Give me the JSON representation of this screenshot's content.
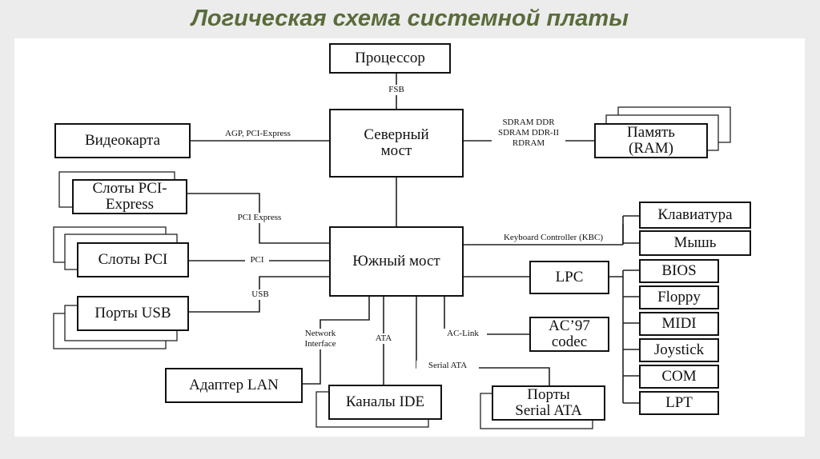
{
  "title": "Логическая схема системной платы",
  "diagram": {
    "nodes": {
      "cpu": "Процессор",
      "north_bridge": "Северный мост",
      "video": "Видеокарта",
      "memory": "Память (RAM)",
      "pci_express_slots": "Слоты PCI-Express",
      "south_bridge": "Южный мост",
      "pci_slots": "Слоты PCI",
      "usb_ports": "Порты USB",
      "keyboard": "Клавиатура",
      "mouse": "Мышь",
      "lpc": "LPC",
      "bios": "BIOS",
      "floppy": "Floppy",
      "midi": "MIDI",
      "joystick": "Joystick",
      "com": "COM",
      "lpt": "LPT",
      "ac97": "AC’97 codec",
      "lan": "Адаптер LAN",
      "ide": "Каналы IDE",
      "sata_ports": "Порты Serial ATA"
    },
    "edges": {
      "fsb": "FSB",
      "agp": "AGP, PCI-Express",
      "mem_types": "SDRAM DDR SDRAM DDR-II RDRAM",
      "pci_express": "PCI Express",
      "pci": "PCI",
      "usb": "USB",
      "kbc": "Keyboard Controller (KBC)",
      "network": "Network Interface",
      "ata": "ATA",
      "ac_link": "AC-Link",
      "serial_ata": "Serial ATA"
    },
    "connections": [
      [
        "cpu",
        "north_bridge",
        "fsb"
      ],
      [
        "video",
        "north_bridge",
        "agp"
      ],
      [
        "north_bridge",
        "memory",
        "mem_types"
      ],
      [
        "north_bridge",
        "south_bridge",
        ""
      ],
      [
        "pci_express_slots",
        "south_bridge",
        "pci_express"
      ],
      [
        "pci_slots",
        "south_bridge",
        "pci"
      ],
      [
        "usb_ports",
        "south_bridge",
        "usb"
      ],
      [
        "south_bridge",
        "keyboard",
        "kbc"
      ],
      [
        "south_bridge",
        "mouse",
        "kbc"
      ],
      [
        "south_bridge",
        "lpc",
        ""
      ],
      [
        "lpc",
        "bios",
        ""
      ],
      [
        "lpc",
        "floppy",
        ""
      ],
      [
        "lpc",
        "midi",
        ""
      ],
      [
        "lpc",
        "joystick",
        ""
      ],
      [
        "lpc",
        "com",
        ""
      ],
      [
        "lpc",
        "lpt",
        ""
      ],
      [
        "south_bridge",
        "ac97",
        "ac_link"
      ],
      [
        "south_bridge",
        "lan",
        "network"
      ],
      [
        "south_bridge",
        "ide",
        "ata"
      ],
      [
        "south_bridge",
        "sata_ports",
        "serial_ata"
      ]
    ]
  }
}
